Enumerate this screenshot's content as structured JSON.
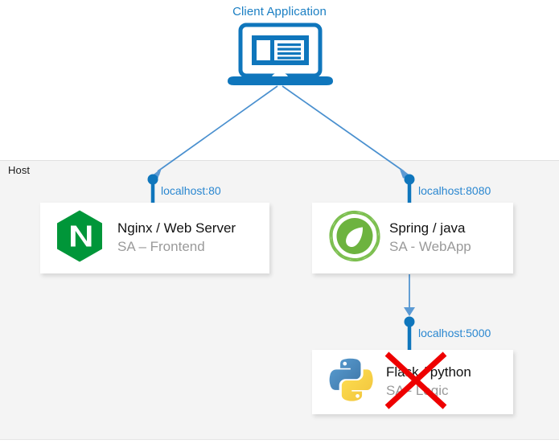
{
  "diagram": {
    "title": "Client Application",
    "boundary": {
      "label": "Host"
    },
    "client": {
      "icon": "laptop-icon",
      "label": "Client Application",
      "color": "#0f76bc"
    },
    "nodes": [
      {
        "id": "nginx",
        "icon": "nginx-logo-icon",
        "title": "Nginx / Web Server",
        "subtitle": "SA – Frontend",
        "color": "#009639",
        "struck_out": false
      },
      {
        "id": "spring",
        "icon": "spring-logo-icon",
        "title": "Spring / java",
        "subtitle": "SA - WebApp",
        "color": "#6DB33F",
        "struck_out": false
      },
      {
        "id": "flask",
        "icon": "python-logo-icon",
        "title": "Flask / python",
        "subtitle": "SA - Logic",
        "color": "#4B8BBE",
        "struck_out": true,
        "strike_color": "#ee0000"
      }
    ],
    "connectors": [
      {
        "id": "client-to-nginx",
        "from": "client",
        "to": "nginx",
        "label": "localhost:80",
        "style": "arrow-to-lollipop"
      },
      {
        "id": "client-to-spring",
        "from": "client",
        "to": "spring",
        "label": "localhost:8080",
        "style": "arrow-to-lollipop"
      },
      {
        "id": "spring-to-flask",
        "from": "spring",
        "to": "flask",
        "label": "localhost:5000",
        "style": "arrow-to-lollipop"
      }
    ],
    "colors": {
      "accent": "#1b7fc3",
      "connector": "#4a90cf",
      "lollipop": "#0f76bc",
      "host_bg": "#f4f4f4",
      "node_bg": "#ffffff",
      "subtitle": "#9a9a9a",
      "strike": "#ee0000"
    }
  }
}
